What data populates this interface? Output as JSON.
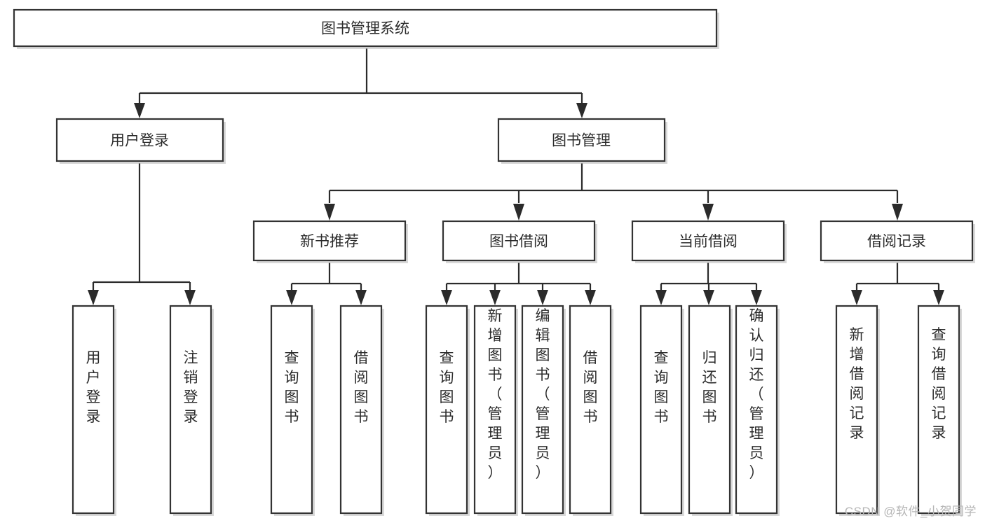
{
  "diagram": {
    "type": "tree",
    "title": "图书管理系统",
    "watermark": "CSDN @软件_小贺同学",
    "colors": {
      "box_fill": "#ffffff",
      "box_stroke": "#333333",
      "text": "#2b2b2b",
      "shadow": "#b8b8b8",
      "watermark": "#b6b6b6",
      "background": "#ffffff"
    },
    "levels": {
      "root": {
        "label": "图书管理系统"
      },
      "level2": [
        {
          "label": "用户登录"
        },
        {
          "label": "图书管理"
        }
      ],
      "level3": [
        {
          "label": "新书推荐"
        },
        {
          "label": "图书借阅"
        },
        {
          "label": "当前借阅"
        },
        {
          "label": "借阅记录"
        }
      ]
    },
    "nodes": {
      "root": "图书管理系统",
      "user_login": "用户登录",
      "book_manage": "图书管理",
      "new_book_rec": "新书推荐",
      "book_borrow": "图书借阅",
      "current_borrow": "当前借阅",
      "borrow_record": "借阅记录",
      "leaf_user_login": "用户登录",
      "leaf_logout": "注销登录",
      "leaf_query_book_1": "查询图书",
      "leaf_borrow_book_1": "借阅图书",
      "leaf_query_book_2": "查询图书",
      "leaf_add_book_admin": "新增图书（管理员）",
      "leaf_edit_book_admin": "编辑图书（管理员）",
      "leaf_borrow_book_2": "借阅图书",
      "leaf_query_book_3": "查询图书",
      "leaf_return_book": "归还图书",
      "leaf_confirm_return_admin": "确认归还（管理员）",
      "leaf_add_record": "新增借阅记录",
      "leaf_query_record": "查询借阅记录"
    },
    "edges": [
      {
        "from": "图书管理系统",
        "to": "用户登录"
      },
      {
        "from": "图书管理系统",
        "to": "图书管理"
      },
      {
        "from": "用户登录",
        "to": "用户登录"
      },
      {
        "from": "用户登录",
        "to": "注销登录"
      },
      {
        "from": "图书管理",
        "to": "新书推荐"
      },
      {
        "from": "图书管理",
        "to": "图书借阅"
      },
      {
        "from": "图书管理",
        "to": "当前借阅"
      },
      {
        "from": "图书管理",
        "to": "借阅记录"
      },
      {
        "from": "新书推荐",
        "to": "查询图书"
      },
      {
        "from": "新书推荐",
        "to": "借阅图书"
      },
      {
        "from": "图书借阅",
        "to": "查询图书"
      },
      {
        "from": "图书借阅",
        "to": "新增图书（管理员）"
      },
      {
        "from": "图书借阅",
        "to": "编辑图书（管理员）"
      },
      {
        "from": "图书借阅",
        "to": "借阅图书"
      },
      {
        "from": "当前借阅",
        "to": "查询图书"
      },
      {
        "from": "当前借阅",
        "to": "归还图书"
      },
      {
        "from": "当前借阅",
        "to": "确认归还（管理员）"
      },
      {
        "from": "借阅记录",
        "to": "新增借阅记录"
      },
      {
        "from": "借阅记录",
        "to": "查询借阅记录"
      }
    ]
  }
}
